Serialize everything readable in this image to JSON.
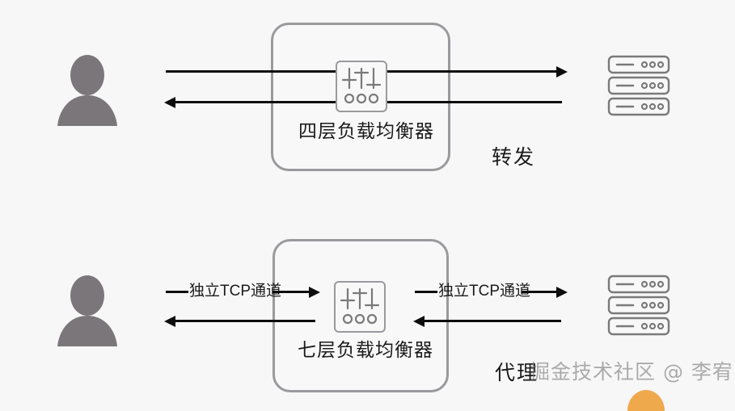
{
  "diagram": {
    "title_alt": "Layer-4 vs Layer-7 load balancer comparison",
    "sections": [
      {
        "id": "layer4",
        "lb_caption": "四层负载均衡器",
        "mode_caption": "转发",
        "client_icon": "user-avatar-icon",
        "server_icon": "server-stack-icon",
        "lb_icon": "load-balancer-sliders-icon",
        "flows": [
          {
            "direction": "right",
            "label": ""
          },
          {
            "direction": "left",
            "label": ""
          }
        ]
      },
      {
        "id": "layer7",
        "lb_caption": "七层负载均衡器",
        "mode_caption": "代理",
        "client_icon": "user-avatar-icon",
        "server_icon": "server-stack-icon",
        "lb_icon": "load-balancer-sliders-icon",
        "flows": [
          {
            "direction": "right",
            "label": "独立TCP通道"
          },
          {
            "direction": "left",
            "label": ""
          },
          {
            "direction": "right",
            "label": "独立TCP通道"
          },
          {
            "direction": "left",
            "label": ""
          }
        ]
      }
    ],
    "channel_label": "独立TCP通道",
    "watermark": "掘金技术社区 @ 李宥",
    "colors": {
      "background": "#f7f7f7",
      "box_border": "#9a9a9e",
      "line": "#0d0d0d",
      "icon_gray": "#7a7a7a",
      "text": "#1b1b1b",
      "watermark": "#6d6d6d",
      "accent_orange": "#eda03a"
    }
  }
}
